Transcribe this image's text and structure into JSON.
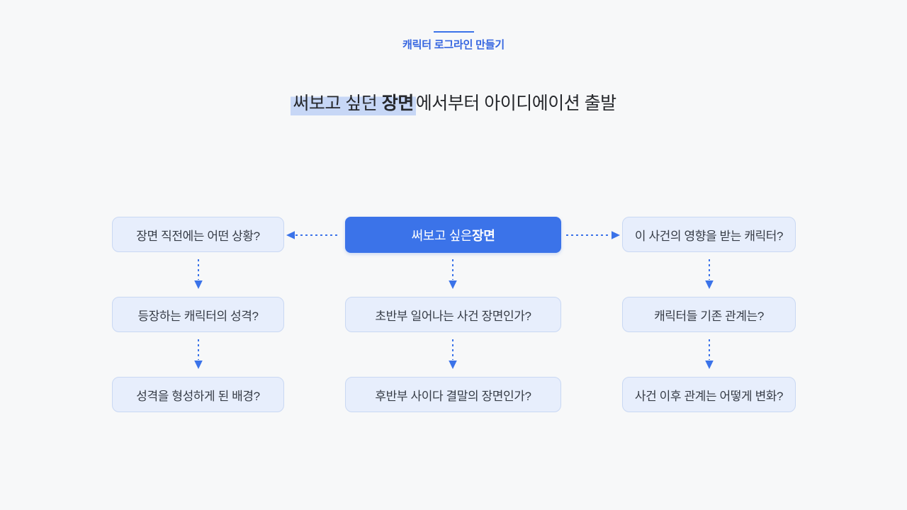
{
  "slide": {
    "background_color": "#f7f8f9",
    "accent_blue": "#3b73e9",
    "category_label": "캐릭터 로그라인 만들기",
    "title": {
      "highlight_regular": "써보고 싶던 ",
      "highlight_bold": "장면",
      "rest": "에서부터 아이디에이션 출발",
      "highlight_color": "#c7d7f6"
    }
  },
  "diagram": {
    "center_node": {
      "regular": "써보고 싶은 ",
      "bold": "장면",
      "fill_color": "#3b73e9",
      "text_color": "#ffffff"
    },
    "node_fill_color": "#e7eefc",
    "node_border_color": "#c9d8f3",
    "columns": {
      "left": [
        "장면 직전에는 어떤 상황?",
        "등장하는 캐릭터의 성격?",
        "성격을 형성하게 된 배경?"
      ],
      "middle": [
        "초반부 일어나는 사건 장면인가?",
        "후반부 사이다 결말의 장면인가?"
      ],
      "right": [
        "이 사건의 영향을 받는 캐릭터?",
        "캐릭터들 기존 관계는?",
        "사건 이후 관계는 어떻게 변화?"
      ]
    },
    "connector_style": "dashed-arrow"
  }
}
